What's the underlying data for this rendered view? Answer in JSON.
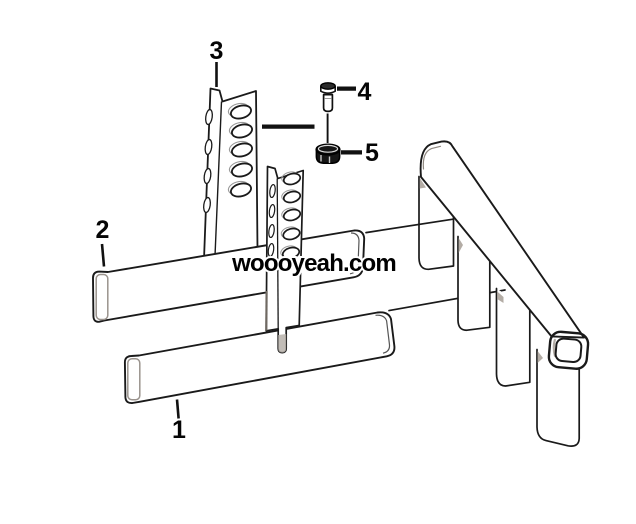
{
  "watermark": {
    "text": "woooyeah.com",
    "text_color": "#000000",
    "outline_color": "#ffffff"
  },
  "callouts": {
    "part1": {
      "label": "1"
    },
    "part2": {
      "label": "2"
    },
    "part3": {
      "label": "3"
    },
    "part4": {
      "label": "4"
    },
    "part5": {
      "label": "5"
    }
  },
  "style": {
    "ink": "#1a1a1a",
    "paper": "#ffffff",
    "shade": "#b3aca5"
  }
}
